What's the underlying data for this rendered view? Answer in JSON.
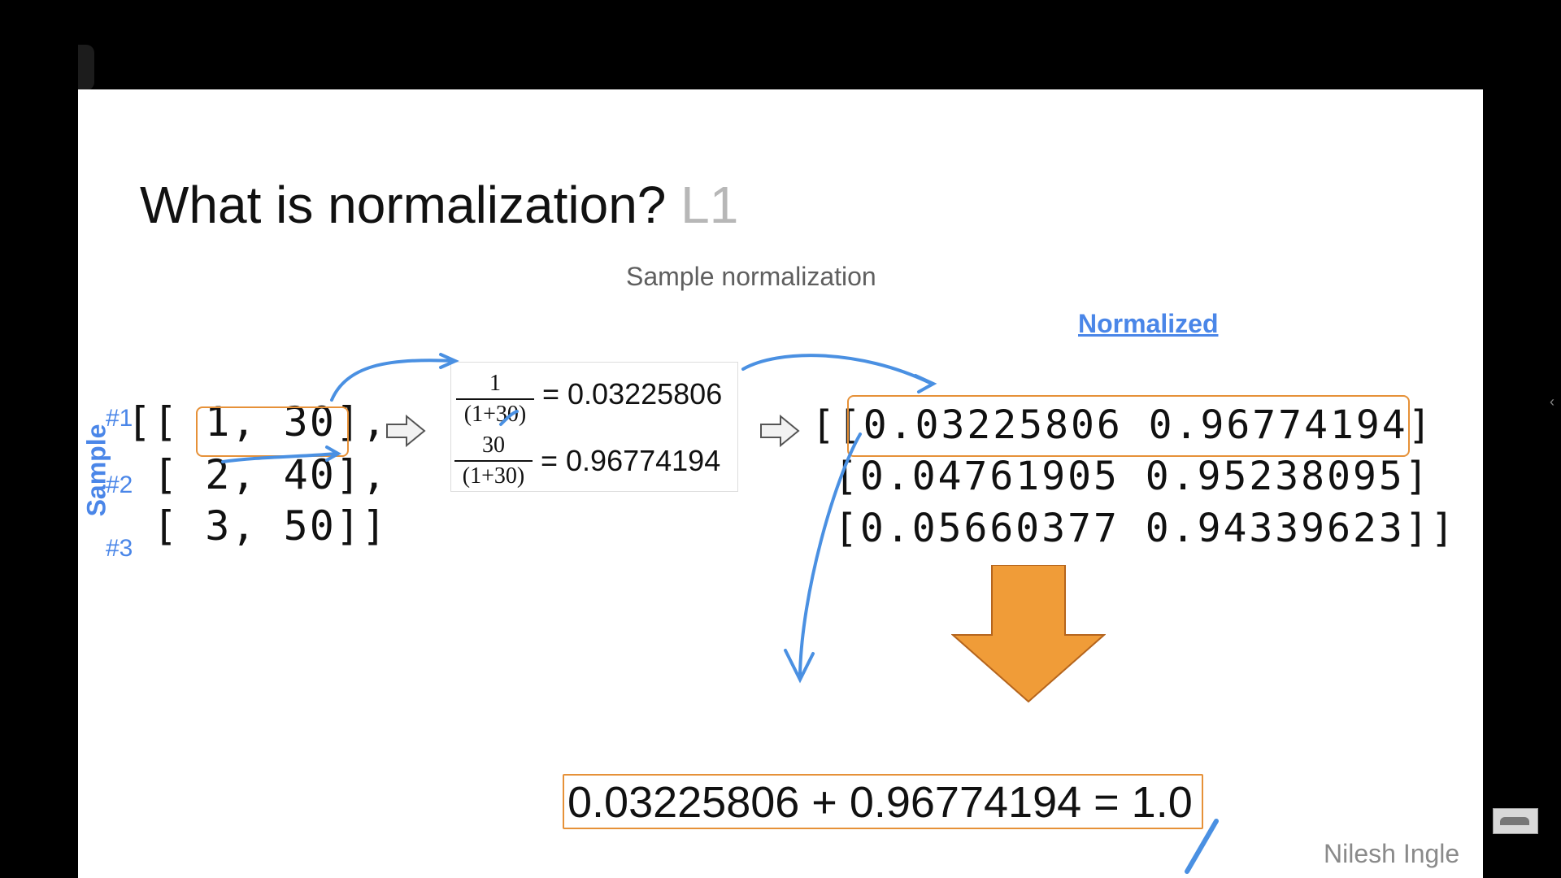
{
  "slide": {
    "title_main": "What is normalization?",
    "title_suffix": "L1",
    "subtitle": "Sample normalization",
    "normalized_label": "Normalized",
    "sample_label": "Sample",
    "sample_tags": [
      "#1",
      "#2",
      "#3"
    ],
    "input_rows": [
      "[[ 1, 30],",
      " [ 2, 40],",
      " [ 3, 50]]"
    ],
    "fractions": [
      {
        "numerator": "1",
        "denominator": "(1+30)",
        "result": "= 0.03225806"
      },
      {
        "numerator": "30",
        "denominator": "(1+30)",
        "result": "= 0.96774194"
      }
    ],
    "output_rows": [
      "[[0.03225806 0.96774194]",
      "[0.04761905 0.95238095]",
      "[0.05660377 0.94339623]]"
    ],
    "sum_equation": "0.03225806 + 0.96774194 = 1.0",
    "author": "Nilesh Ingle"
  },
  "colors": {
    "accent_blue": "#4a86e8",
    "highlight_orange": "#e69138",
    "arrow_orange": "#f09c38"
  },
  "side_nav": {
    "chevron": "‹"
  }
}
